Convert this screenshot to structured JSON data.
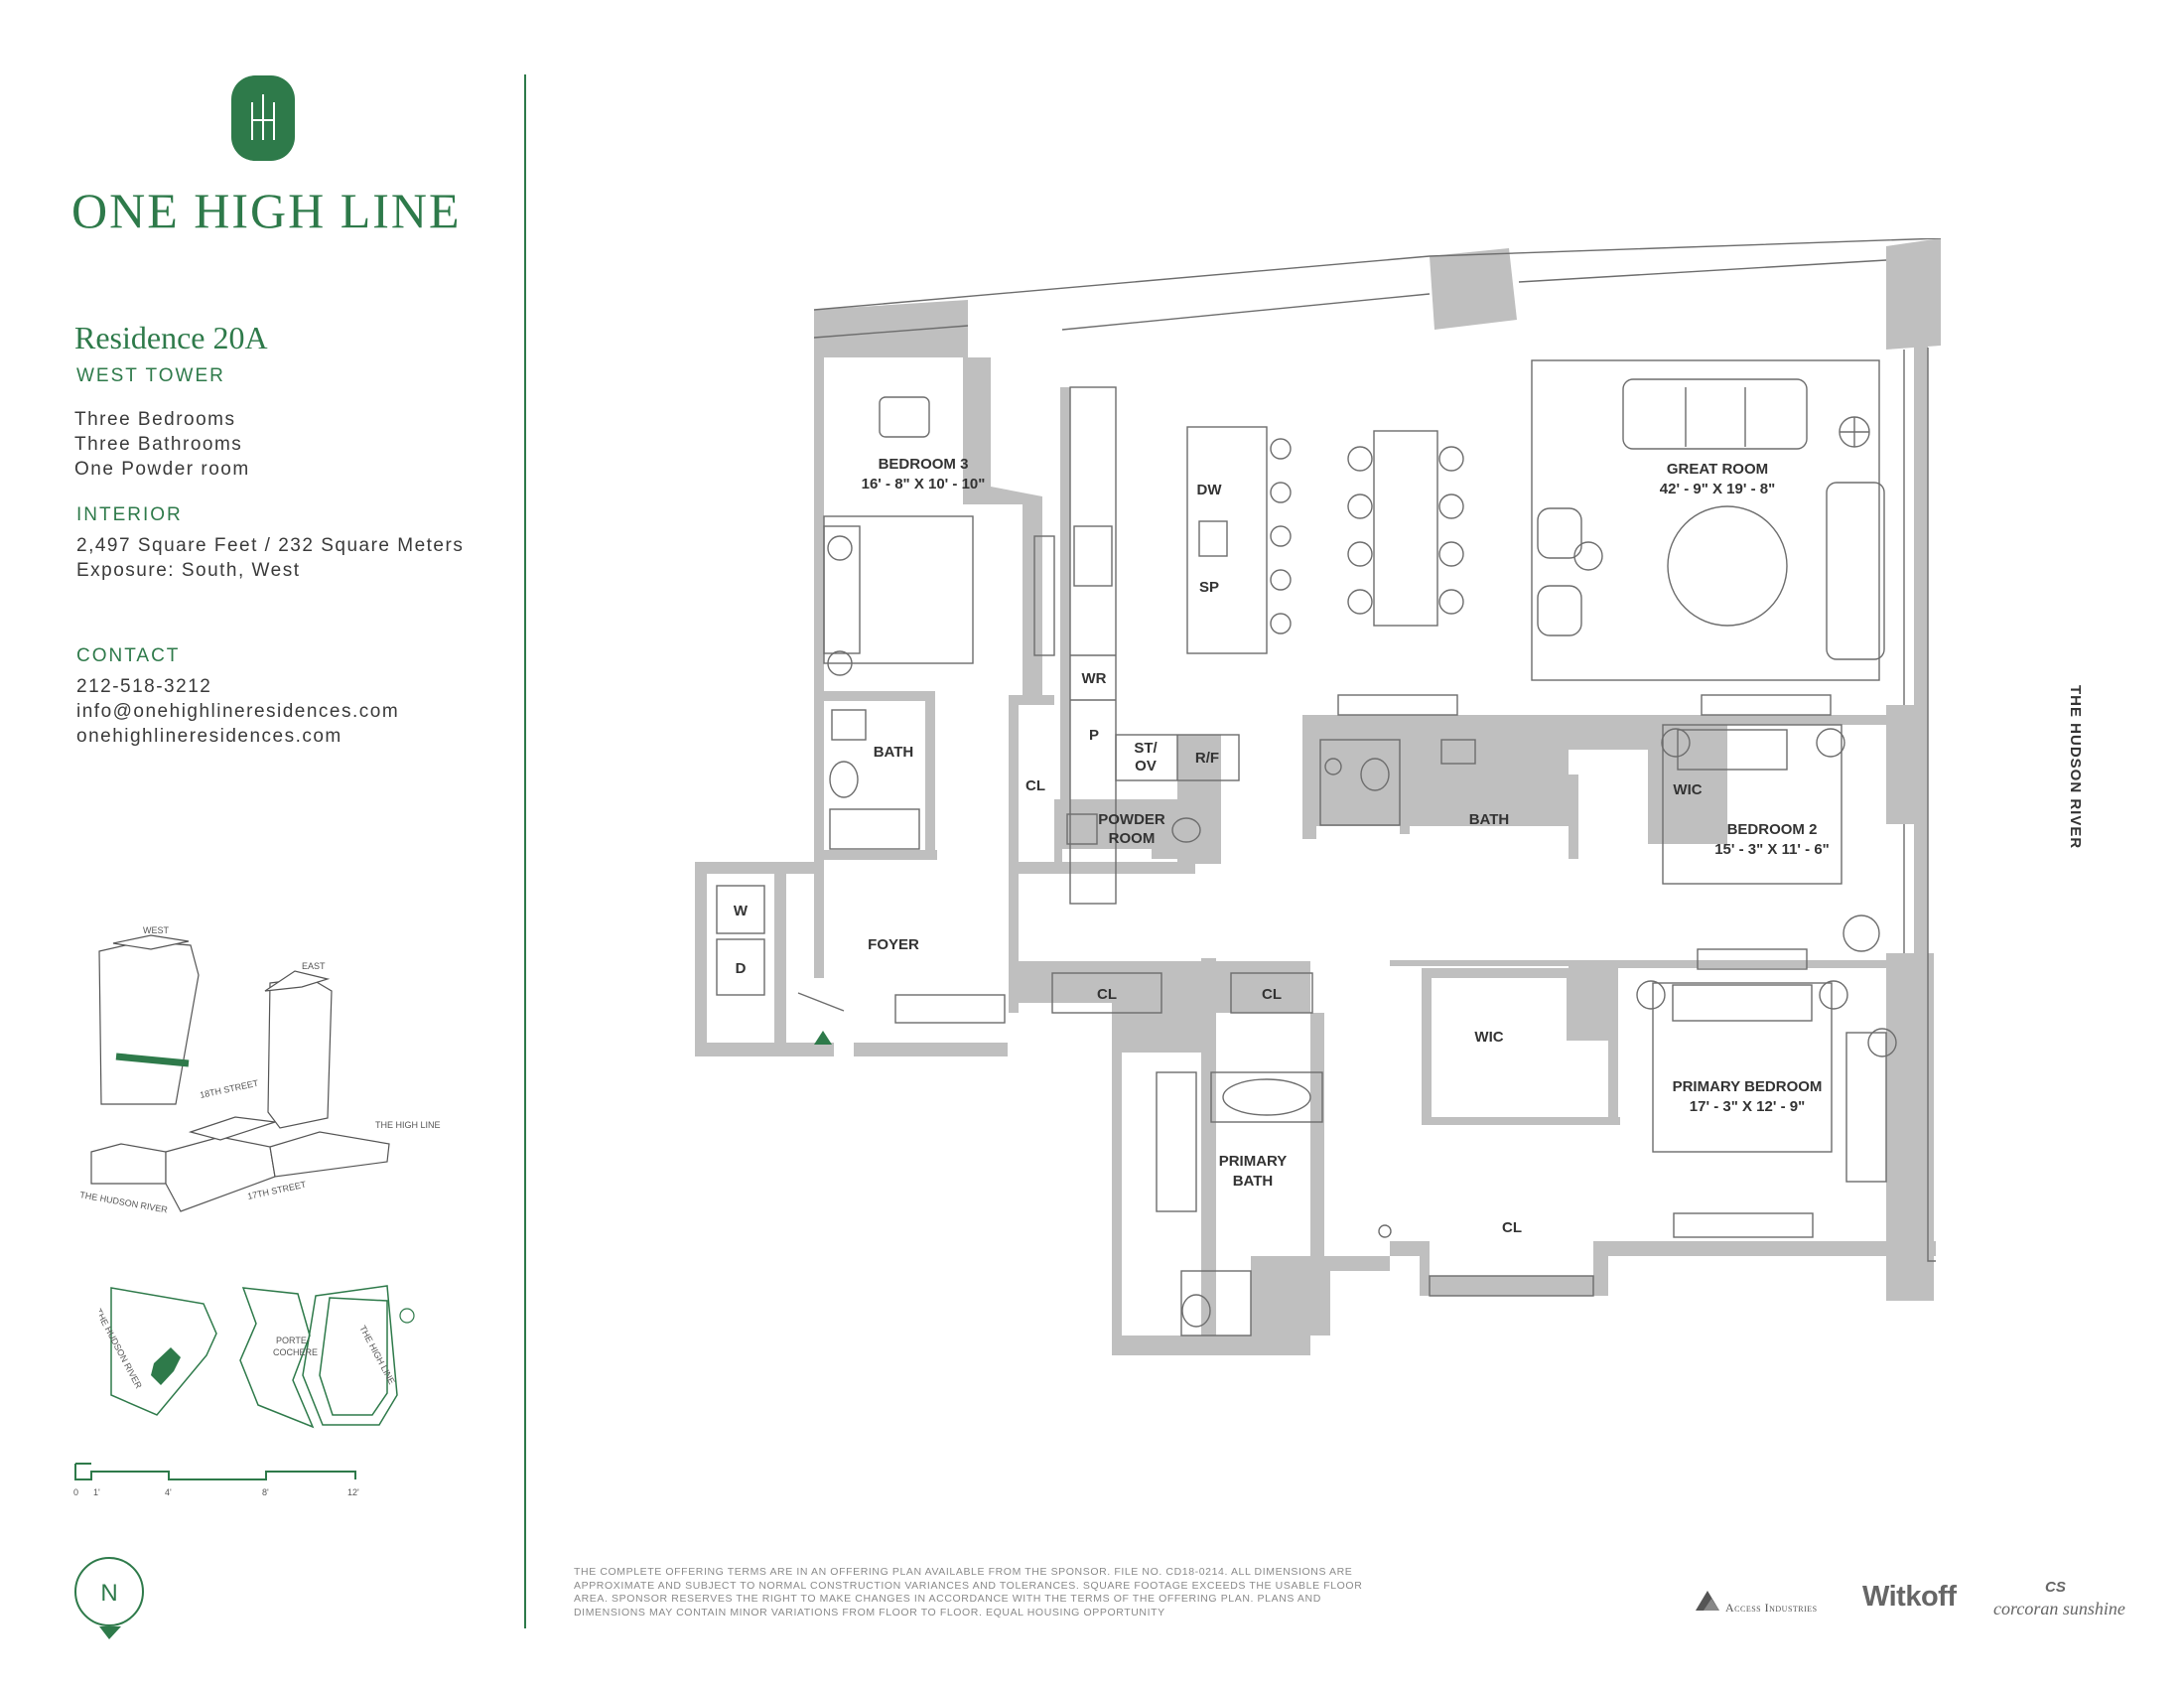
{
  "brand": {
    "monogram": "1H",
    "name": "ONE HIGH LINE",
    "color": "#2e7a4a"
  },
  "residence": {
    "title": "Residence 20A",
    "tower": "WEST TOWER",
    "features": [
      "Three Bedrooms",
      "Three Bathrooms",
      "One Powder room"
    ]
  },
  "interior": {
    "heading": "INTERIOR",
    "area": "2,497 Square Feet / 232 Square Meters",
    "exposure": "Exposure: South, West"
  },
  "contact": {
    "heading": "CONTACT",
    "phone": "212-518-3212",
    "email": "info@onehighlineresidences.com",
    "website": "onehighlineresidences.com"
  },
  "map": {
    "west": "WEST",
    "east": "EAST",
    "street_18": "18TH STREET",
    "high_line": "THE HIGH LINE",
    "hudson": "THE HUDSON RIVER",
    "street_17": "17TH STREET",
    "porte": "PORTE-",
    "cochere": "COCHERE",
    "hudson_site": "THE HUDSON RIVER",
    "high_line_site": "THE HIGH LINE"
  },
  "scale": {
    "marks": [
      "0",
      "1'",
      "4'",
      "8'",
      "12'"
    ]
  },
  "compass": "N",
  "rooms": {
    "bedroom3": "BEDROOM 3",
    "bedroom3_dim": "16' - 8\" X 10' - 10\"",
    "great_room": "GREAT ROOM",
    "great_room_dim": "42' - 9\" X 19' - 8\"",
    "dw": "DW",
    "sp": "SP",
    "wr": "WR",
    "p": "P",
    "st": "ST/",
    "ov": "OV",
    "rf": "R/F",
    "bath3": "BATH",
    "cl1": "CL",
    "powder1": "POWDER",
    "powder2": "ROOM",
    "bath2": "BATH",
    "wic2": "WIC",
    "bedroom2": "BEDROOM 2",
    "bedroom2_dim": "15' - 3\" X 11' - 6\"",
    "w": "W",
    "d": "D",
    "foyer": "FOYER",
    "cl2": "CL",
    "cl3": "CL",
    "wic1": "WIC",
    "primary_bedroom": "PRIMARY BEDROOM",
    "primary_bedroom_dim": "17' - 3\" X 12' - 9\"",
    "primary_bath1": "PRIMARY",
    "primary_bath2": "BATH",
    "cl4": "CL"
  },
  "river_label": "THE HUDSON RIVER",
  "disclaimer": "THE COMPLETE OFFERING TERMS ARE IN AN OFFERING PLAN AVAILABLE FROM THE SPONSOR. FILE NO. CD18-0214. ALL DIMENSIONS ARE APPROXIMATE AND SUBJECT TO NORMAL CONSTRUCTION VARIANCES AND TOLERANCES. SQUARE FOOTAGE EXCEEDS THE USABLE FLOOR AREA. SPONSOR RESERVES THE RIGHT TO MAKE CHANGES IN ACCORDANCE WITH THE TERMS OF THE OFFERING PLAN. PLANS AND DIMENSIONS MAY CONTAIN MINOR VARIATIONS FROM FLOOR TO FLOOR. EQUAL HOUSING OPPORTUNITY",
  "developers": {
    "access": "Access Industries",
    "witkoff": "Witkoff",
    "corcoran_mark": "CS",
    "corcoran": "corcoran sunshine"
  }
}
